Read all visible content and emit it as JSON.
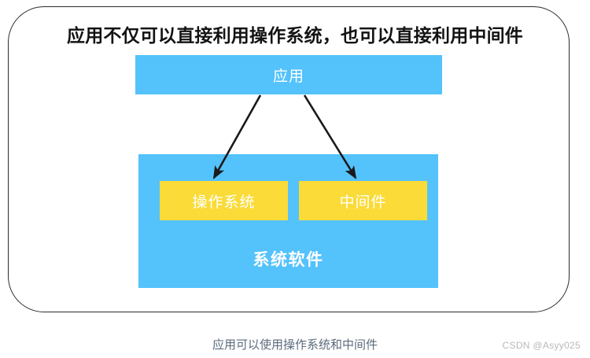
{
  "diagram": {
    "title": "应用不仅可以直接利用操作系统，也可以直接利用中间件",
    "caption": "应用可以使用操作系统和中间件",
    "watermark": "CSDN @Asyy025",
    "colors": {
      "blue": "#54c2fb",
      "yellow": "#fadb37",
      "title_text": "#131313",
      "box_text": "#ffffff",
      "caption_text": "#5b6b7c",
      "watermark_text": "#b9b9b9",
      "frame_border": "#2a2a2a",
      "arrow": "#1a1a1a"
    },
    "boxes": {
      "application": {
        "label": "应用",
        "color": "#54c2fb"
      },
      "system_software": {
        "label": "系统软件",
        "color": "#54c2fb",
        "children": [
          {
            "label": "操作系统",
            "color": "#fadb37"
          },
          {
            "label": "中间件",
            "color": "#fadb37"
          }
        ]
      }
    },
    "arrows": [
      {
        "from": "应用",
        "to": "操作系统"
      },
      {
        "from": "应用",
        "to": "中间件"
      }
    ]
  }
}
